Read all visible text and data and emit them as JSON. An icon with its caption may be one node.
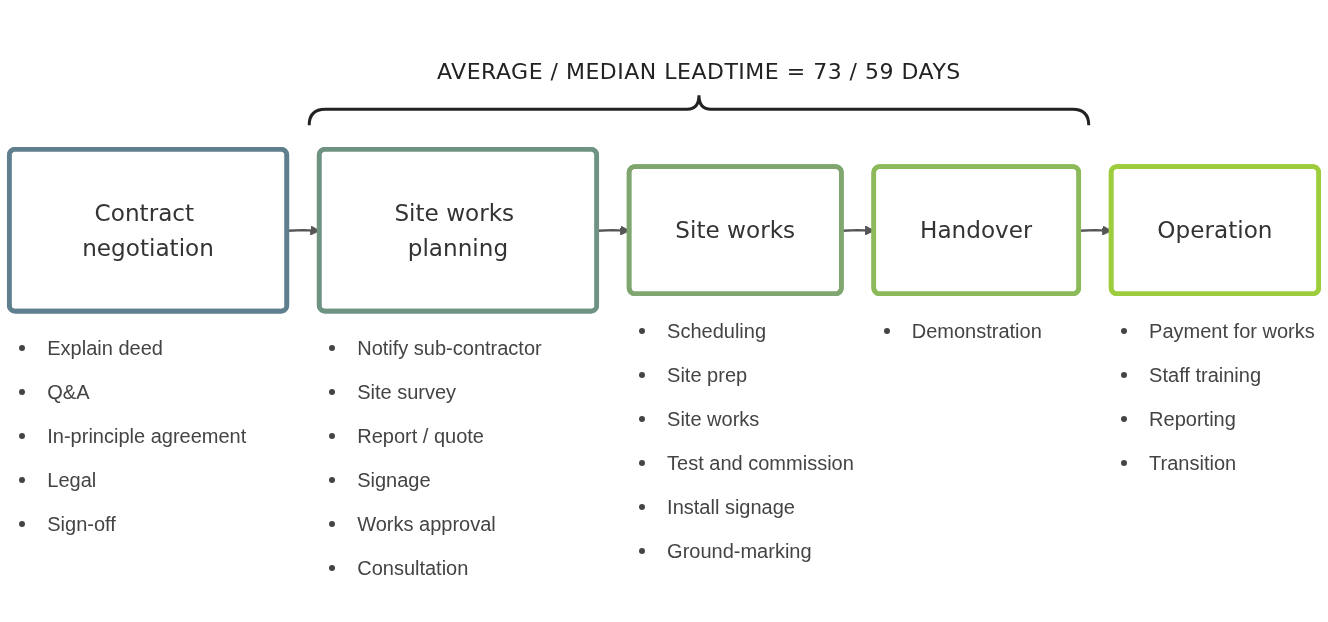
{
  "diagram": {
    "title": "AVERAGE / MEDIAN LEADTIME = 73 / 59 DAYS",
    "nodes": [
      {
        "text": [
          "Contract negotiation"
        ],
        "beside": [
          "Explain deed",
          "Q&A",
          "In-principle agreement",
          "Legal",
          "Sign-off"
        ]
      },
      {
        "text": [
          "Site works planning"
        ],
        "beside": [
          "Notify sub-contractor",
          "Site survey",
          "Report / quote",
          "Signage",
          "Works approval",
          "Consultation"
        ]
      },
      {
        "text": [
          "Site works"
        ],
        "beside": [
          "Scheduling",
          "Site prep",
          "Site works",
          "Test and commission",
          "Install signage",
          "Ground-marking"
        ]
      },
      {
        "text": [
          "Handover"
        ],
        "beside": [
          "Demonstration"
        ]
      },
      {
        "text": [
          "Operation"
        ],
        "beside": [
          "Payment for works",
          "Staff training",
          "Reporting",
          "Transition"
        ]
      }
    ],
    "edges": [
      {
        "from": 0,
        "to": 1,
        "arrow": "to"
      },
      {
        "from": 1,
        "to": 2,
        "arrow": "to"
      },
      {
        "from": 2,
        "to": 3,
        "arrow": "to"
      },
      {
        "from": 3,
        "to": 4,
        "arrow": "to"
      }
    ]
  }
}
